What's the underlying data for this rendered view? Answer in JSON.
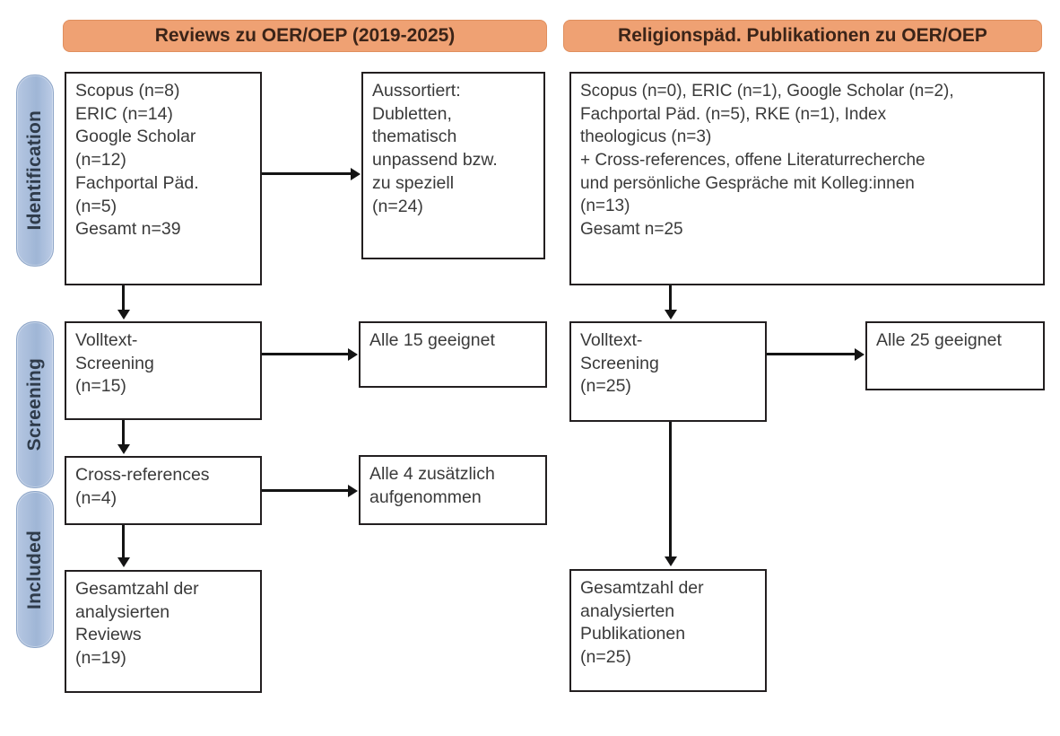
{
  "figure": {
    "type": "prisma-flow-diagram",
    "columns": [
      {
        "header": "Reviews zu OER/OEP (2019-2025)"
      },
      {
        "header": "Religionspäd. Publikationen zu OER/OEP"
      }
    ],
    "phases": [
      {
        "label": "Identification"
      },
      {
        "label": "Screening"
      },
      {
        "label": "Included"
      }
    ],
    "colors": {
      "header_fill": "#efa173",
      "header_border": "#e08f5e",
      "phase_fill": "#a9bdda",
      "phase_border": "#8ea6c8",
      "box_border": "#231f20",
      "connector": "#141414",
      "text": "#3a3a3a"
    }
  },
  "left_column": {
    "identification_box": "Scopus (n=8)\nERIC (n=14)\nGoogle Scholar\n(n=12)\nFachportal Päd.\n(n=5)\nGesamt n=39",
    "excluded_box": "Aussortiert:\nDubletten,\nthematisch\nunpassend bzw.\nzu speziell\n(n=24)",
    "fulltext_box": "Volltext-\nScreening\n(n=15)",
    "fulltext_result_box": "Alle 15 geeignet",
    "crossref_box": "Cross-references\n(n=4)",
    "crossref_result_box": "Alle 4 zusätzlich\naufgenommen",
    "included_box": "Gesamtzahl der\nanalysierten\nReviews\n(n=19)"
  },
  "right_column": {
    "identification_box": "Scopus (n=0), ERIC (n=1), Google Scholar (n=2),\nFachportal Päd. (n=5), RKE (n=1), Index\ntheologicus (n=3)\n+ Cross-references, offene Literaturrecherche\nund persönliche Gespräche mit Kolleg:innen\n(n=13)\nGesamt n=25",
    "fulltext_box": "Volltext-\nScreening\n(n=25)",
    "fulltext_result_box": "Alle 25 geeignet",
    "included_box": "Gesamtzahl der\nanalysierten\nPublikationen\n(n=25)"
  },
  "counts": {
    "left_scopus": 8,
    "left_eric": 14,
    "left_google_scholar": 12,
    "left_fachportal": 5,
    "left_total": 39,
    "left_excluded": 24,
    "left_fulltext": 15,
    "left_fulltext_suitable": 15,
    "left_crossrefs": 4,
    "left_crossrefs_added": 4,
    "left_included": 19,
    "right_scopus": 0,
    "right_eric": 1,
    "right_google_scholar": 2,
    "right_fachportal": 5,
    "right_rke": 1,
    "right_index_theologicus": 3,
    "right_other_sources": 13,
    "right_total": 25,
    "right_fulltext": 25,
    "right_fulltext_suitable": 25,
    "right_included": 25
  }
}
